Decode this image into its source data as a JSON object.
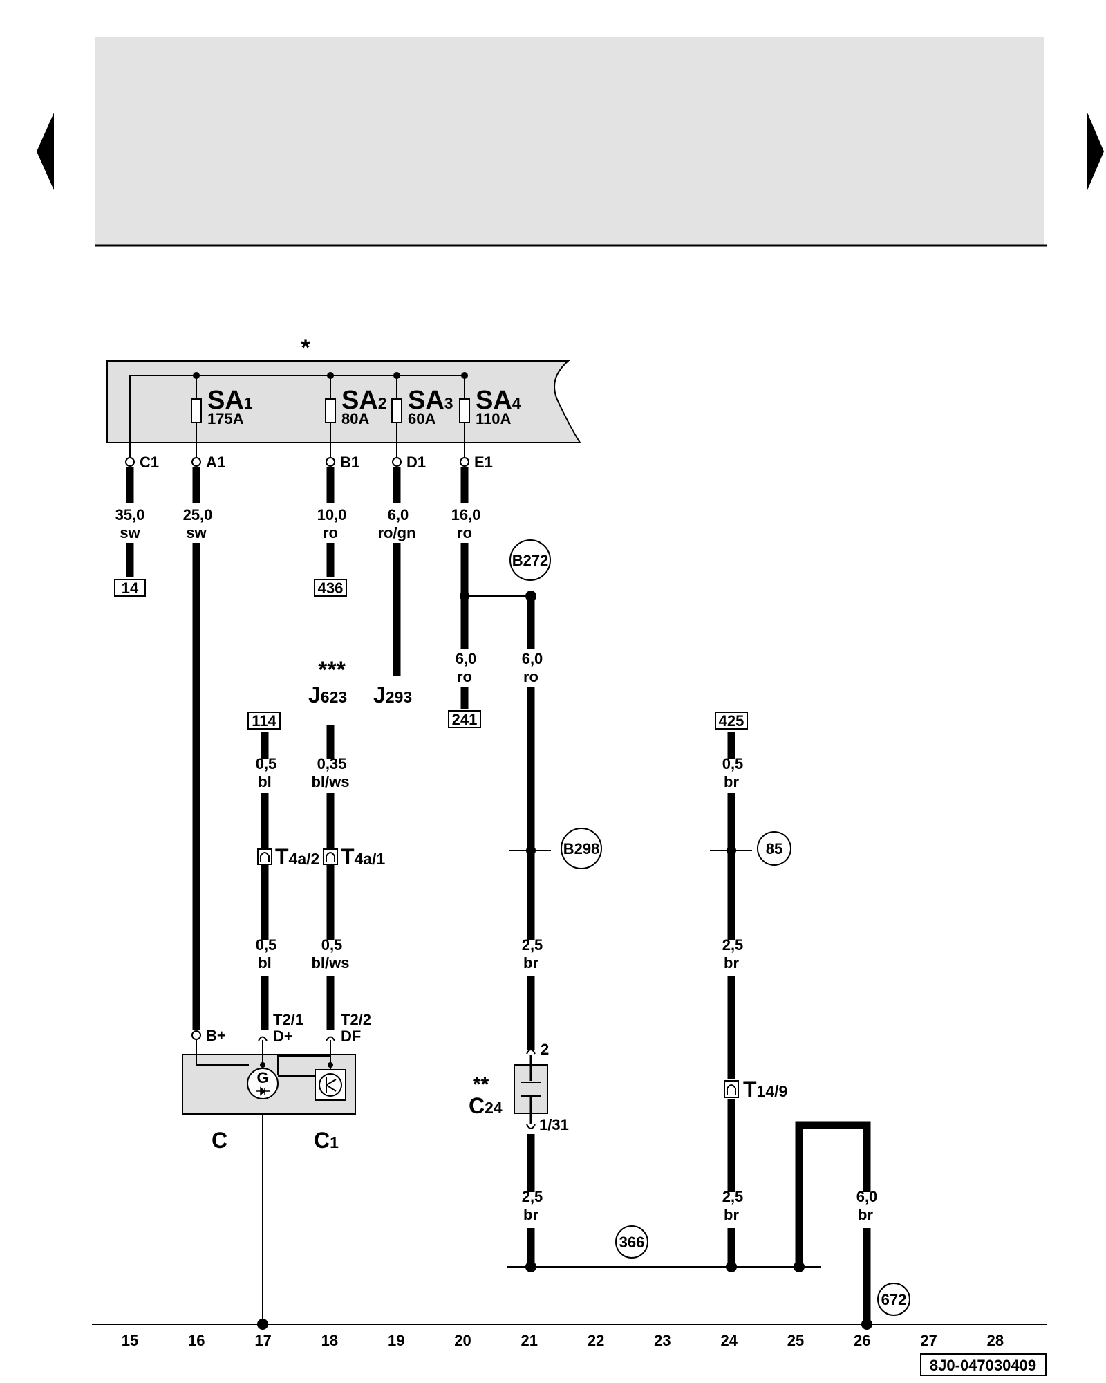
{
  "nav": {
    "prev_icon": "triangle-left-icon",
    "next_icon": "triangle-right-icon"
  },
  "fuse_box": {
    "note": "*",
    "fuses": [
      {
        "name": "SA",
        "index": "1",
        "rating": "175A"
      },
      {
        "name": "SA",
        "index": "2",
        "rating": "80A"
      },
      {
        "name": "SA",
        "index": "3",
        "rating": "60A"
      },
      {
        "name": "SA",
        "index": "4",
        "rating": "110A"
      }
    ],
    "terminals": [
      "C1",
      "A1",
      "B1",
      "D1",
      "E1"
    ]
  },
  "wires": {
    "c1": {
      "size": "35,0",
      "color": "sw"
    },
    "a1": {
      "size": "25,0",
      "color": "sw"
    },
    "b1": {
      "size": "10,0",
      "color": "ro"
    },
    "d1": {
      "size": "6,0",
      "color": "ro/gn"
    },
    "e1": {
      "size": "16,0",
      "color": "ro"
    },
    "e1_down": {
      "size": "6,0",
      "color": "ro"
    },
    "b272_down": {
      "size": "6,0",
      "color": "ro"
    },
    "w114": {
      "size": "0,5",
      "color": "bl"
    },
    "w114_lower": {
      "size": "0,5",
      "color": "bl"
    },
    "j623": {
      "size": "0,35",
      "color": "bl/ws"
    },
    "j623_lower": {
      "size": "0,5",
      "color": "bl/ws"
    },
    "b298_down": {
      "size": "2,5",
      "color": "br"
    },
    "c24_down": {
      "size": "2,5",
      "color": "br"
    },
    "w425": {
      "size": "0,5",
      "color": "br"
    },
    "w85_down": {
      "size": "2,5",
      "color": "br"
    },
    "t14_down": {
      "size": "2,5",
      "color": "br"
    },
    "ground_672": {
      "size": "6,0",
      "color": "br"
    }
  },
  "refs": {
    "r14": "14",
    "r436": "436",
    "r241": "241",
    "r114": "114",
    "r425": "425"
  },
  "circles": {
    "b272": "B272",
    "b298": "B298",
    "c85": "85",
    "c366": "366",
    "c672": "672"
  },
  "components": {
    "j623": {
      "note": "***",
      "name": "J",
      "index": "623"
    },
    "j293": {
      "name": "J",
      "index": "293"
    },
    "t4a2": {
      "name": "T",
      "index": "4a/2"
    },
    "t4a1": {
      "name": "T",
      "index": "4a/1"
    },
    "t14": {
      "name": "T",
      "index": "14/9"
    },
    "c24": {
      "note": "**",
      "name": "C",
      "index": "24",
      "pin_top": "2",
      "pin_bottom": "1/31"
    },
    "generator": {
      "symbol": "G",
      "name": "C",
      "regulator_name": "C",
      "regulator_index": "1"
    },
    "gen_pins": {
      "bplus": "B+",
      "t21": "T2/1",
      "dplus": "D+",
      "t22": "T2/2",
      "df": "DF"
    }
  },
  "columns": [
    "15",
    "16",
    "17",
    "18",
    "19",
    "20",
    "21",
    "22",
    "23",
    "24",
    "25",
    "26",
    "27",
    "28"
  ],
  "doc_code": "8J0-047030409"
}
